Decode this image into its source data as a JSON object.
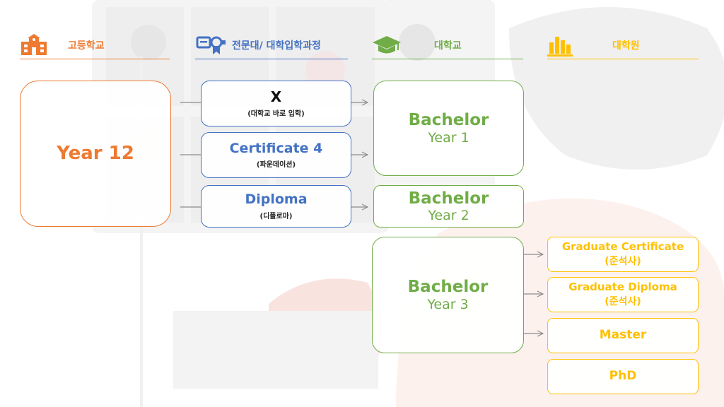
{
  "colors": {
    "orange": "#EE7A31",
    "blue": "#4472C4",
    "green": "#70AD47",
    "gold": "#FFC000",
    "connector": "#8c8c8c"
  },
  "headers": {
    "high_school": {
      "label": "고등학교",
      "icon": "school-building-icon"
    },
    "pathway": {
      "label": "전문대/ 대학입학과정",
      "icon": "certificate-ribbon-icon"
    },
    "university": {
      "label": "대학교",
      "icon": "graduation-cap-icon"
    },
    "graduate_school": {
      "label": "대학원",
      "icon": "bar-chart-icon"
    }
  },
  "start": {
    "label": "Year 12"
  },
  "pathways": [
    {
      "main": "X",
      "sub": "(대학교 바로 입학)"
    },
    {
      "main": "Certificate 4",
      "sub": "(파운데이션)"
    },
    {
      "main": "Diploma",
      "sub": "(디플로마)"
    }
  ],
  "bachelor": [
    {
      "title": "Bachelor",
      "year": "Year 1"
    },
    {
      "title": "Bachelor",
      "year": "Year 2"
    },
    {
      "title": "Bachelor",
      "year": "Year 3"
    }
  ],
  "postgrad": [
    {
      "main": "Graduate Certificate",
      "sub": "(준석사)"
    },
    {
      "main": "Graduate Diploma",
      "sub": "(준석사)"
    },
    {
      "main": "Master",
      "sub": ""
    },
    {
      "main": "PhD",
      "sub": ""
    }
  ]
}
